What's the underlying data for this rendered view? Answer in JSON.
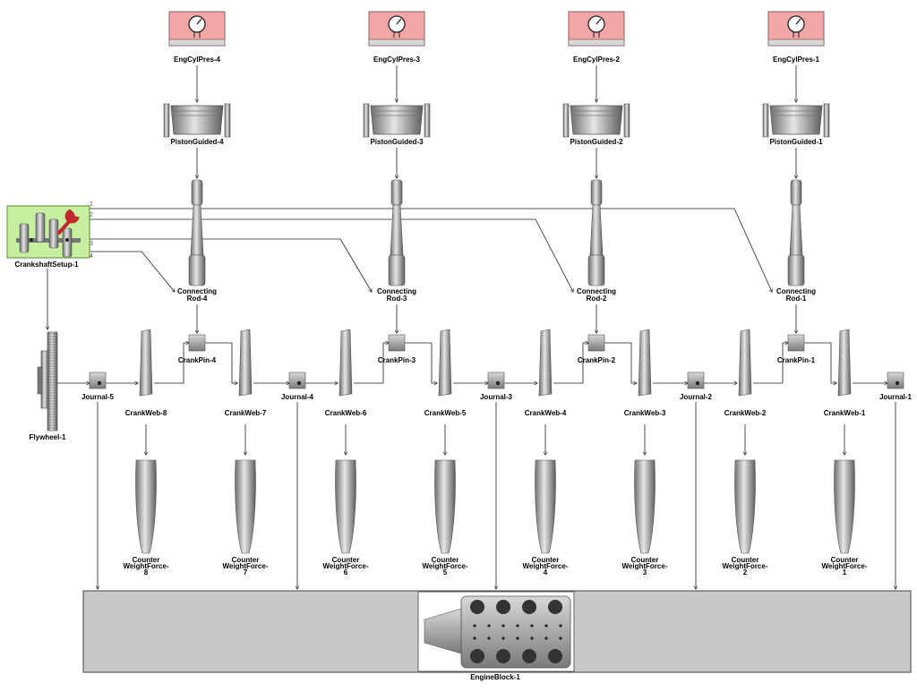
{
  "diagram": {
    "gauges": [
      {
        "label": "EngCylPres-4"
      },
      {
        "label": "EngCylPres-3"
      },
      {
        "label": "EngCylPres-2"
      },
      {
        "label": "EngCylPres-1"
      }
    ],
    "pistons": [
      {
        "label": "PistonGuided-4"
      },
      {
        "label": "PistonGuided-3"
      },
      {
        "label": "PistonGuided-2"
      },
      {
        "label": "PistonGuided-1"
      }
    ],
    "rods": [
      {
        "line1": "Connecting",
        "line2": "Rod-4"
      },
      {
        "line1": "Connecting",
        "line2": "Rod-3"
      },
      {
        "line1": "Connecting",
        "line2": "Rod-2"
      },
      {
        "line1": "Connecting",
        "line2": "Rod-1"
      }
    ],
    "crankpins": [
      {
        "label": "CrankPin-4"
      },
      {
        "label": "CrankPin-3"
      },
      {
        "label": "CrankPin-2"
      },
      {
        "label": "CrankPin-1"
      }
    ],
    "webs": [
      {
        "label": "CrankWeb-8"
      },
      {
        "label": "CrankWeb-7"
      },
      {
        "label": "CrankWeb-6"
      },
      {
        "label": "CrankWeb-5"
      },
      {
        "label": "CrankWeb-4"
      },
      {
        "label": "CrankWeb-3"
      },
      {
        "label": "CrankWeb-2"
      },
      {
        "label": "CrankWeb-1"
      }
    ],
    "journals": [
      {
        "label": "Journal-5"
      },
      {
        "label": "Journal-4"
      },
      {
        "label": "Journal-3"
      },
      {
        "label": "Journal-2"
      },
      {
        "label": "Journal-1"
      }
    ],
    "counterweights": [
      {
        "line1": "Counter",
        "line2": "WeightForce-",
        "line3": "8"
      },
      {
        "line1": "Counter",
        "line2": "WeightForce-",
        "line3": "7"
      },
      {
        "line1": "Counter",
        "line2": "WeightForce-",
        "line3": "6"
      },
      {
        "line1": "Counter",
        "line2": "WeightForce-",
        "line3": "5"
      },
      {
        "line1": "Counter",
        "line2": "WeightForce-",
        "line3": "4"
      },
      {
        "line1": "Counter",
        "line2": "WeightForce-",
        "line3": "3"
      },
      {
        "line1": "Counter",
        "line2": "WeightForce-",
        "line3": "2"
      },
      {
        "line1": "Counter",
        "line2": "WeightForce-",
        "line3": "1"
      }
    ],
    "crankshaft_setup": {
      "label": "CrankshaftSetup-1",
      "ports": [
        "1",
        "2",
        "3",
        "4"
      ]
    },
    "flywheel": {
      "label": "Flywheel-1"
    },
    "engine_block": {
      "label": "EngineBlock-1"
    },
    "colors": {
      "gauge_fill": "#f3a6a6",
      "setup_fill": "#c6f0a0",
      "block_fill": "#c8c8c8",
      "wrench": "#c0282c"
    }
  }
}
